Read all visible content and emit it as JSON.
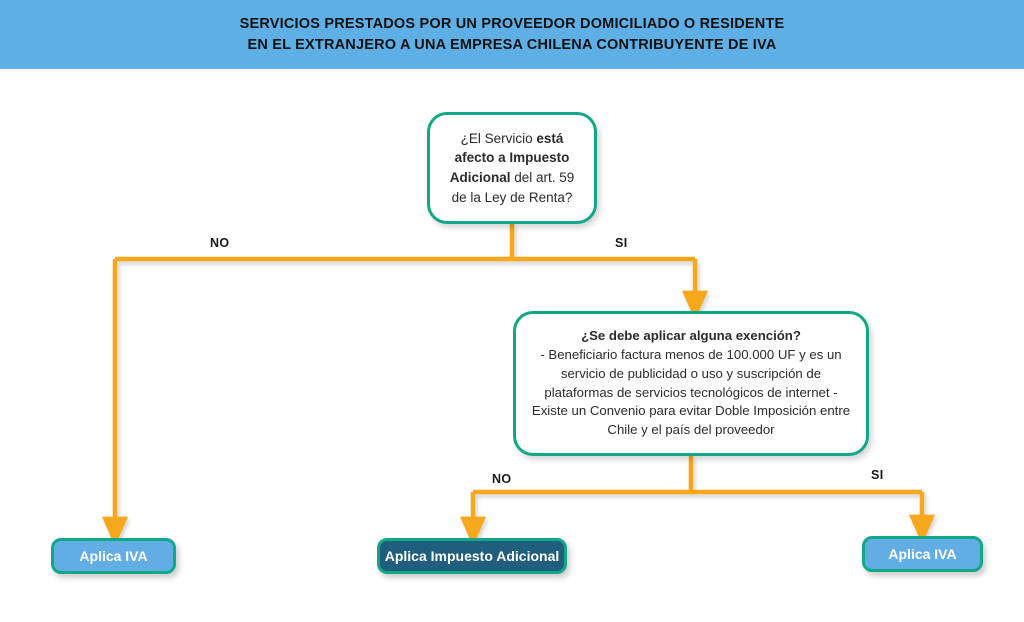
{
  "header": {
    "line1": "SERVICIOS PRESTADOS POR UN PROVEEDOR DOMICILIADO O RESIDENTE",
    "line2": "EN EL EXTRANJERO A UNA EMPRESA CHILENA CONTRIBUYENTE DE IVA",
    "background_color": "#5EAFE6",
    "text_color": "#111111"
  },
  "diagram": {
    "type": "flowchart",
    "connector_color": "#F5A81C",
    "node_border_color": "#12A887",
    "nodes": {
      "decision1": {
        "id": "decision-node-1",
        "kind": "decision",
        "text_parts": {
          "p1": "¿El Servicio ",
          "b1": "está afecto a Impuesto Adicional",
          "p2": " del art. 59 de la Ley de Renta?"
        },
        "plain_text": "¿El Servicio está afecto a Impuesto Adicional del art. 59 de la Ley de Renta?"
      },
      "decision2": {
        "id": "decision-node-2",
        "kind": "decision",
        "title": "¿Se debe aplicar alguna exención?",
        "body": "- Beneficiario factura menos de 100.000 UF y es un servicio de publicidad o uso y suscripción de plataformas de servicios tecnológicos de internet - Existe un Convenio para evitar Doble Imposición entre Chile y el país del proveedor",
        "bullets": [
          "- Beneficiario factura menos de 100.000 UF y es un servicio de publicidad o uso y suscripción de plataformas de servicios tecnológicos de internet",
          "- Existe un Convenio para evitar Doble Imposición entre Chile y el país del proveedor"
        ]
      },
      "outcome_left": {
        "id": "outcome-node-left",
        "kind": "outcome",
        "label": "Aplica IVA",
        "fill_color": "#62AEE4",
        "text_color": "#ffffff"
      },
      "outcome_middle": {
        "id": "outcome-node-middle",
        "kind": "outcome",
        "label": "Aplica Impuesto Adicional",
        "fill_color": "#1F5E7C",
        "text_color": "#ffffff"
      },
      "outcome_right": {
        "id": "outcome-node-right",
        "kind": "outcome",
        "label": "Aplica IVA",
        "fill_color": "#62AEE4",
        "text_color": "#ffffff"
      }
    },
    "edges": [
      {
        "id": "edge-no-1",
        "label": "NO",
        "from": "decision1",
        "to": "outcome_left"
      },
      {
        "id": "edge-si-1",
        "label": "SI",
        "from": "decision1",
        "to": "decision2"
      },
      {
        "id": "edge-no-2",
        "label": "NO",
        "from": "decision2",
        "to": "outcome_middle"
      },
      {
        "id": "edge-si-2",
        "label": "SI",
        "from": "decision2",
        "to": "outcome_right"
      }
    ]
  }
}
